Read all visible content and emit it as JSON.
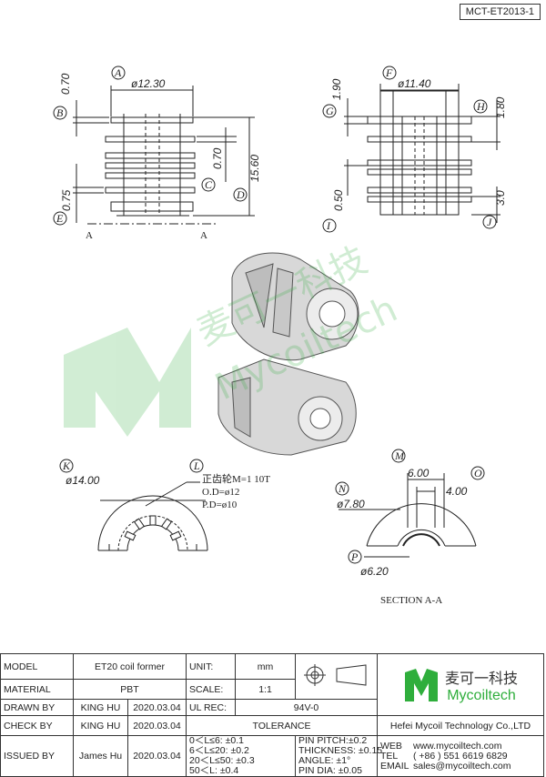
{
  "drawing_number": "MCT-ET2013-1",
  "views": {
    "front": {
      "dims": {
        "A": "ø12.30",
        "B": "0.70",
        "C": "0.70",
        "D": "15.60",
        "E": "0.75"
      },
      "balloons": [
        "A",
        "B",
        "C",
        "D",
        "E"
      ],
      "section_mark": "A"
    },
    "side": {
      "dims": {
        "F": "ø11.40",
        "G": "1.90",
        "H": "1.80",
        "I": "0.50",
        "J": "3.0"
      },
      "balloons": [
        "F",
        "G",
        "H",
        "I",
        "J"
      ]
    },
    "gear": {
      "balloons": [
        "K",
        "L"
      ],
      "dia": "ø14.00",
      "note": [
        "正齿轮M=1 10T",
        "O.D=ø12",
        "P.D=ø10"
      ]
    },
    "section": {
      "balloons": [
        "M",
        "N",
        "O",
        "P"
      ],
      "dims": {
        "M": "6.00",
        "N": "ø7.80",
        "O": "4.00",
        "P": "ø6.20"
      },
      "label": "SECTION  A-A"
    }
  },
  "watermark": {
    "cn": "麦可一科技",
    "en": "Mycoiltech"
  },
  "title_block": {
    "model_label": "MODEL",
    "model": "ET20 coil former",
    "material_label": "MATERIAL",
    "material": "PBT",
    "drawn_label": "DRAWN BY",
    "drawn_name": "KING HU",
    "drawn_date": "2020.03.04",
    "check_label": "CHECK BY",
    "check_name": "KING HU",
    "check_date": "2020.03.04",
    "issued_label": "ISSUED BY",
    "issued_name": "James Hu",
    "issued_date": "2020.03.04",
    "unit_label": "UNIT:",
    "unit": "mm",
    "scale_label": "SCALE:",
    "scale": "1:1",
    "ulrec_label": "UL REC:",
    "ulrec": "94V-0",
    "tolerance_label": "TOLERANCE",
    "tol1": "0＜L≤6: ±0.1",
    "tol2": "6＜L≤20: ±0.2",
    "tol3": "20＜L≤50: ±0.3",
    "tol4": "50＜L: ±0.4",
    "tol5": "PIN PITCH:±0.2",
    "tol6": "THICKNESS: ±0.15",
    "tol7": "ANGLE: ±1°",
    "tol8": "PIN DIA: ±0.05",
    "company_cn": "麦可一科技",
    "company_en": "Mycoiltech",
    "company_full": "Hefei Mycoil Technology Co.,LTD",
    "web_label": "WEB",
    "web": "www.mycoiltech.com",
    "tel_label": "TEL",
    "tel": "( +86 ) 551 6619 6829",
    "email_label": "EMAIL",
    "email": "sales@mycoiltech.com"
  }
}
